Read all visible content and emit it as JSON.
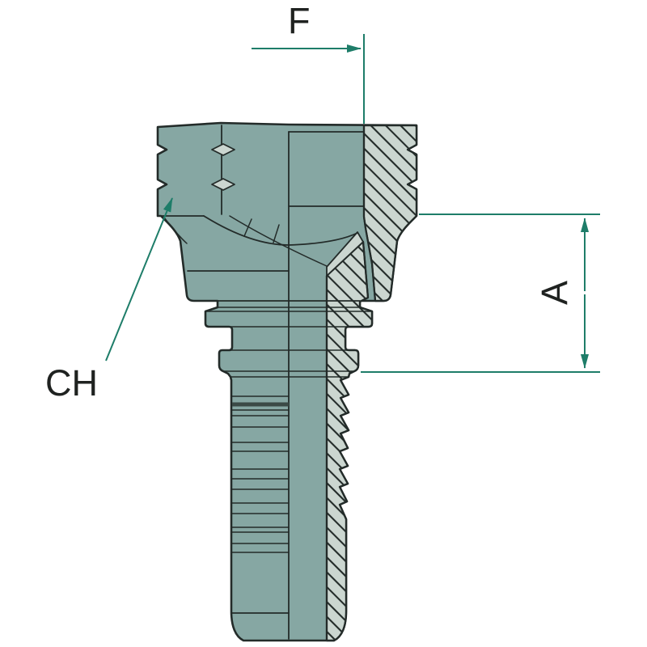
{
  "diagram": {
    "type": "technical-cross-section",
    "subject": "hose-fitting-with-swivel-nut-and-barbed-stem",
    "annotations": {
      "f_label": "F",
      "a_label": "A",
      "ch_label": "CH"
    }
  },
  "colors": {
    "background": "#ffffff",
    "body": "#86a7a3",
    "section": "#cbd6d0",
    "outline": "#232b29",
    "groove": "#3b4a46",
    "dimension": "#1e7d69",
    "text": "#1f2220"
  }
}
